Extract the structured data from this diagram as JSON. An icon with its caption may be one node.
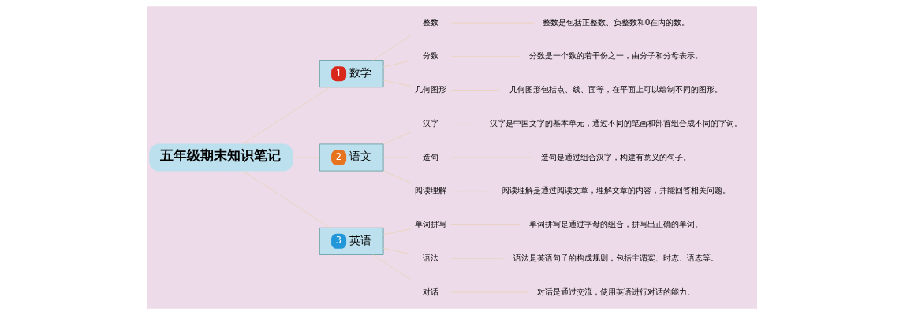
{
  "diagram": {
    "nodes": [
      {
        "text": [
          "五年级期末知识笔记"
        ]
      },
      {
        "text": [
          "1",
          "数学"
        ]
      },
      {
        "text": [
          "整数"
        ]
      },
      {
        "text": [
          "整数是包括正整数、负整数和0在内的数。"
        ]
      },
      {
        "text": [
          "分数"
        ]
      },
      {
        "text": [
          "分数是一个数的若干份之一，由分子和分母表示。"
        ]
      },
      {
        "text": [
          "几何图形"
        ]
      },
      {
        "text": [
          "几何图形包括点、线、面等，在平面上可以绘制不同的图形。"
        ]
      },
      {
        "text": [
          "2",
          "语文"
        ]
      },
      {
        "text": [
          "汉字"
        ]
      },
      {
        "text": [
          "汉字是中国文字的基本单元，通过不同的笔画和部首组合成不同的字词。"
        ]
      },
      {
        "text": [
          "造句"
        ]
      },
      {
        "text": [
          "造句是通过组合汉字，构建有意义的句子。"
        ]
      },
      {
        "text": [
          "阅读理解"
        ]
      },
      {
        "text": [
          "阅读理解是通过阅读文章，理解文章的内容，并能回答相关问题。"
        ]
      },
      {
        "text": [
          "3",
          "英语"
        ]
      },
      {
        "text": [
          "单词拼写"
        ]
      },
      {
        "text": [
          "单词拼写是通过字母的组合，拼写出正确的单词。"
        ]
      },
      {
        "text": [
          "语法"
        ]
      },
      {
        "text": [
          "语法是英语句子的构成规则，包括主谓宾、时态、语态等。"
        ]
      },
      {
        "text": [
          "对话"
        ]
      },
      {
        "text": [
          "对话是通过交流，使用英语进行对话的能力。"
        ]
      }
    ],
    "edges": [
      {
        "from": 0,
        "to": 1,
        "arrow": "none"
      },
      {
        "from": 1,
        "to": 2,
        "arrow": "none"
      },
      {
        "from": 2,
        "to": 3,
        "arrow": "none"
      },
      {
        "from": 1,
        "to": 4,
        "arrow": "none"
      },
      {
        "from": 4,
        "to": 5,
        "arrow": "none"
      },
      {
        "from": 1,
        "to": 6,
        "arrow": "none"
      },
      {
        "from": 6,
        "to": 7,
        "arrow": "none"
      },
      {
        "from": 0,
        "to": 8,
        "arrow": "none"
      },
      {
        "from": 8,
        "to": 9,
        "arrow": "none"
      },
      {
        "from": 9,
        "to": 10,
        "arrow": "none"
      },
      {
        "from": 8,
        "to": 11,
        "arrow": "none"
      },
      {
        "from": 11,
        "to": 12,
        "arrow": "none"
      },
      {
        "from": 8,
        "to": 13,
        "arrow": "none"
      },
      {
        "from": 13,
        "to": 14,
        "arrow": "none"
      },
      {
        "from": 0,
        "to": 15,
        "arrow": "none"
      },
      {
        "from": 15,
        "to": 16,
        "arrow": "none"
      },
      {
        "from": 16,
        "to": 17,
        "arrow": "none"
      },
      {
        "from": 15,
        "to": 18,
        "arrow": "none"
      },
      {
        "from": 18,
        "to": 19,
        "arrow": "none"
      },
      {
        "from": 15,
        "to": 20,
        "arrow": "none"
      },
      {
        "from": 20,
        "to": 21,
        "arrow": "none"
      }
    ]
  }
}
